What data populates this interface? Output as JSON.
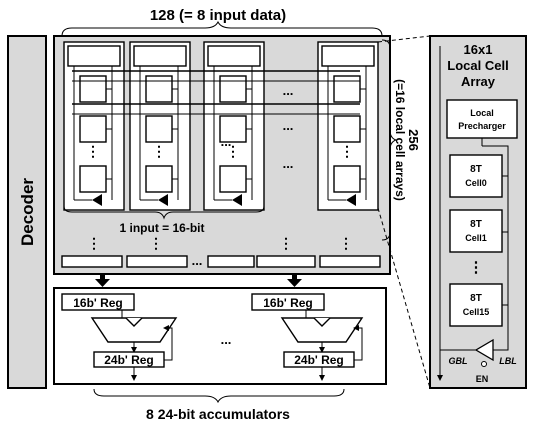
{
  "top_label": "128 (= 8 input data)",
  "decoder_label": "Decoder",
  "side_label_a": "256",
  "side_label_b": "(=16 local cell arrays)",
  "input_label": "1 input = 16-bit",
  "dots": "...",
  "vdots": "⋮",
  "reg16": "16b' Reg",
  "reg24": "24b' Reg",
  "bottom_label": "8 24-bit accumulators",
  "local": {
    "title_1": "16x1",
    "title_2": "Local Cell",
    "title_3": "Array",
    "precharger_1": "Local",
    "precharger_2": "Precharger",
    "cells": [
      {
        "top": "8T",
        "bottom": "Cell0"
      },
      {
        "top": "8T",
        "bottom": "Cell1"
      },
      {
        "top": "8T",
        "bottom": "Cell15"
      }
    ],
    "gbl": "GBL",
    "lbl": "LBL",
    "en": "EN"
  },
  "colors": {
    "panel_fill": "#d9d9d9",
    "stroke": "#000000",
    "background": "#ffffff"
  }
}
